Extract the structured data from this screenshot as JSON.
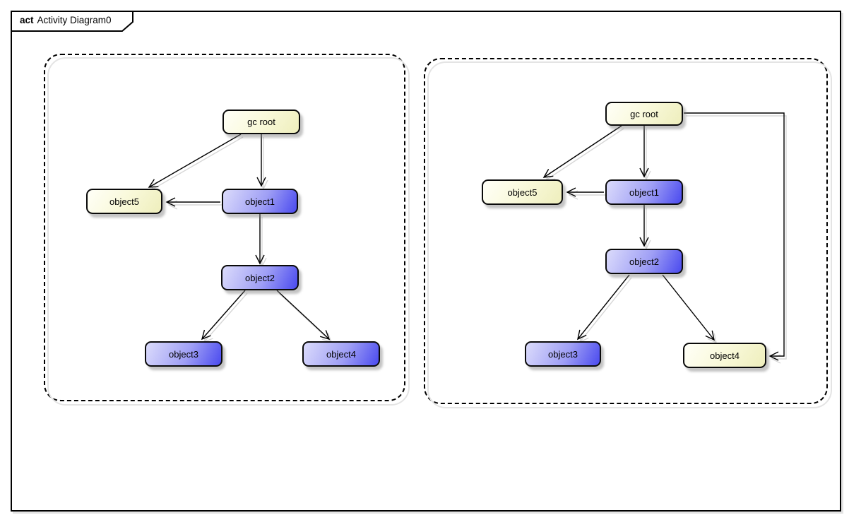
{
  "frame": {
    "keyword": "act",
    "title": "Activity Diagram0"
  },
  "colors": {
    "node_cream_start": "#fffff8",
    "node_cream_end": "#eeeebc",
    "node_blue_start": "#d9d9fb",
    "node_blue_end": "#4a4aef",
    "node_border": "#0a0a0a",
    "edge": "#000000",
    "edge_shadow": "#d7d7d7",
    "group_border": "#000000",
    "frame_shadow": "#e3e3e3"
  },
  "groups": [
    {
      "side": "left",
      "nodes": [
        {
          "id": "gc-root",
          "label": "gc root",
          "kind": "cream"
        },
        {
          "id": "object5",
          "label": "object5",
          "kind": "cream"
        },
        {
          "id": "object1",
          "label": "object1",
          "kind": "blue"
        },
        {
          "id": "object2",
          "label": "object2",
          "kind": "blue"
        },
        {
          "id": "object3",
          "label": "object3",
          "kind": "blue"
        },
        {
          "id": "object4",
          "label": "object4",
          "kind": "blue"
        }
      ],
      "edges": [
        {
          "from": "gc root",
          "to": "object5"
        },
        {
          "from": "gc root",
          "to": "object1"
        },
        {
          "from": "object1",
          "to": "object5"
        },
        {
          "from": "object1",
          "to": "object2"
        },
        {
          "from": "object2",
          "to": "object3"
        },
        {
          "from": "object2",
          "to": "object4"
        }
      ]
    },
    {
      "side": "right",
      "nodes": [
        {
          "id": "gc-root",
          "label": "gc root",
          "kind": "cream"
        },
        {
          "id": "object5",
          "label": "object5",
          "kind": "cream"
        },
        {
          "id": "object1",
          "label": "object1",
          "kind": "blue"
        },
        {
          "id": "object2",
          "label": "object2",
          "kind": "blue"
        },
        {
          "id": "object3",
          "label": "object3",
          "kind": "blue"
        },
        {
          "id": "object4",
          "label": "object4",
          "kind": "cream"
        }
      ],
      "edges": [
        {
          "from": "gc root",
          "to": "object5"
        },
        {
          "from": "gc root",
          "to": "object1"
        },
        {
          "from": "object1",
          "to": "object5"
        },
        {
          "from": "object1",
          "to": "object2"
        },
        {
          "from": "object2",
          "to": "object3"
        },
        {
          "from": "object2",
          "to": "object4"
        },
        {
          "from": "gc root",
          "to": "object4",
          "route": "orthogonal-right"
        }
      ]
    }
  ]
}
